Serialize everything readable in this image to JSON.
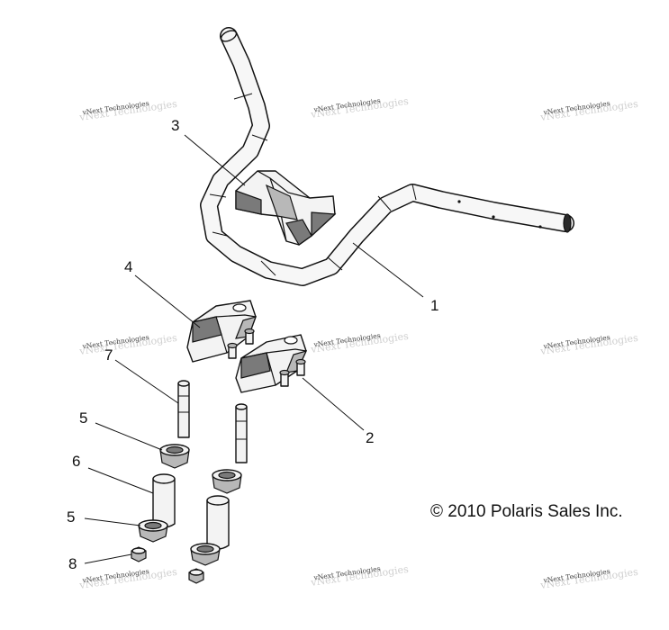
{
  "callouts": {
    "c1": "1",
    "c2": "2",
    "c3": "3",
    "c4": "4",
    "c5a": "5",
    "c5b": "5",
    "c6": "6",
    "c7": "7",
    "c8": "8"
  },
  "copyright": "© 2010 Polaris Sales Inc.",
  "watermark": {
    "line1": "vNext Technologies",
    "line2": "vNext Technologies"
  },
  "colors": {
    "ink": "#111111",
    "part_fill": "#f3f3f3",
    "shade_dark": "#7a7a7a",
    "shade_mid": "#b8b8b8",
    "watermark_gray": "#cfcfcf"
  }
}
